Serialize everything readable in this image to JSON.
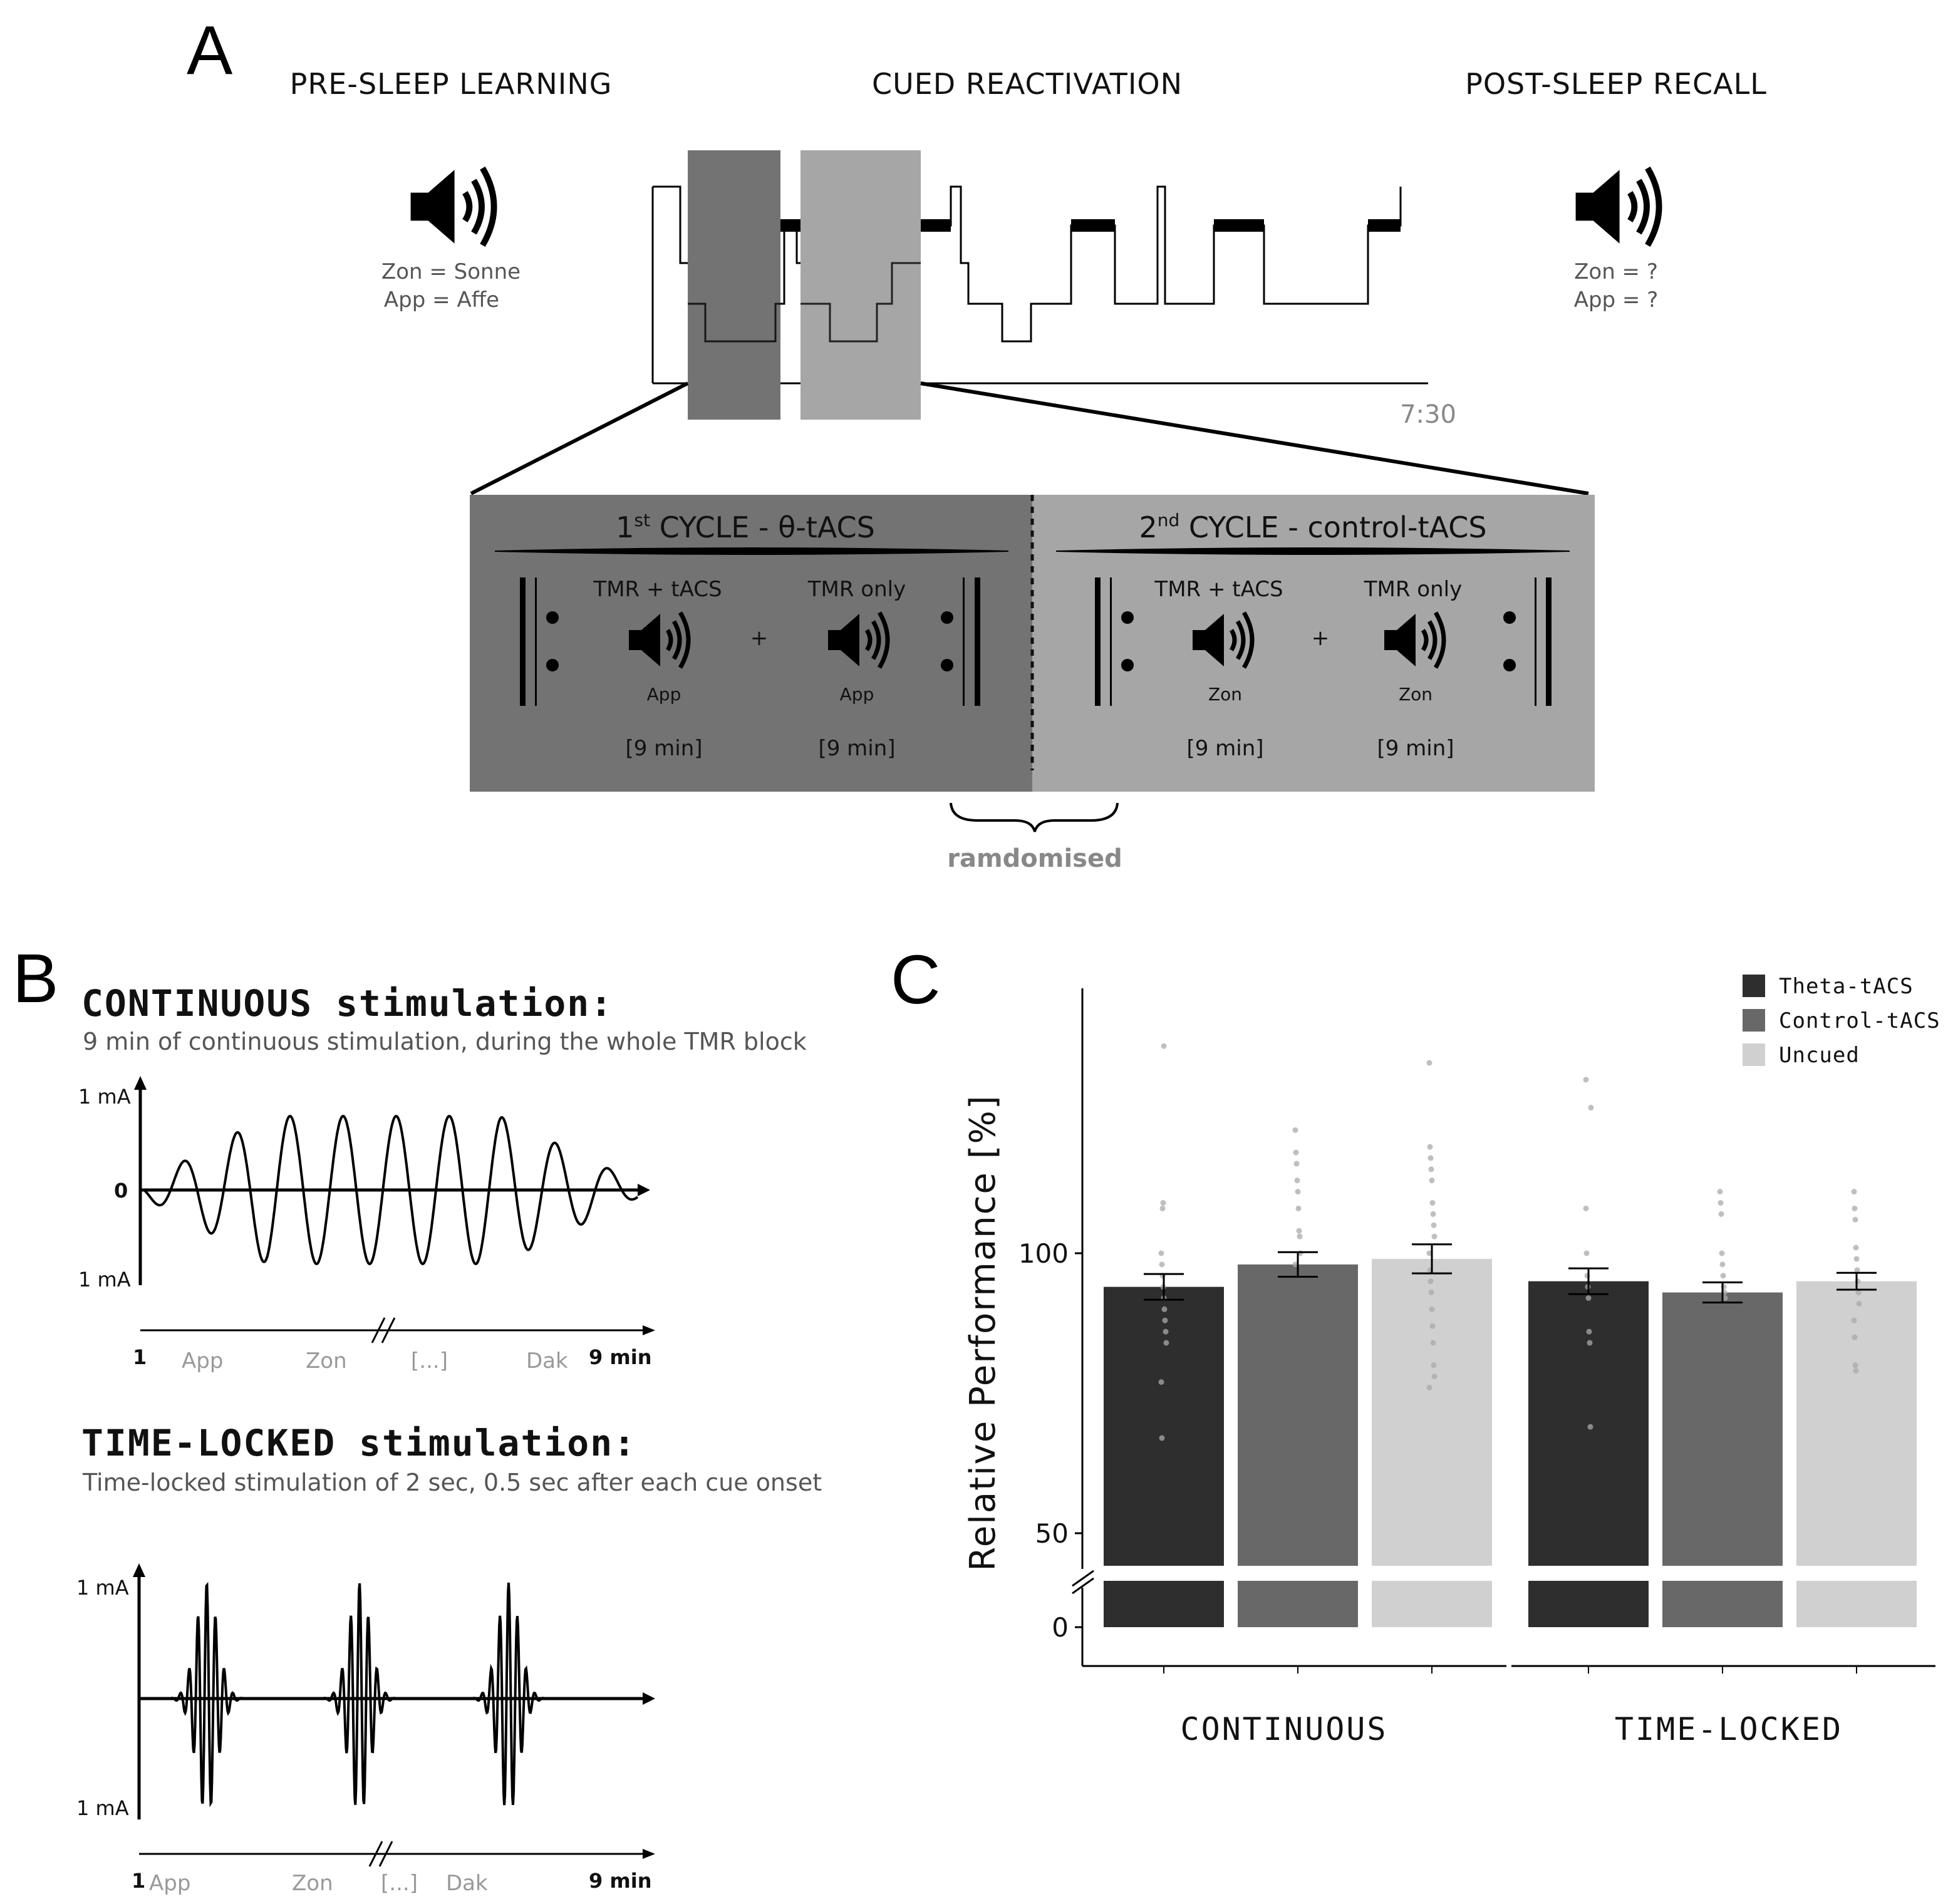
{
  "panel_a": {
    "letter": "A",
    "phases": {
      "pre_sleep": "PRE-SLEEP LEARNING",
      "cued": "CUED REACTIVATION",
      "post_sleep": "POST-SLEEP RECALL"
    },
    "learning_pairs": [
      "Zon = Sonne",
      "App = Affe"
    ],
    "recall_pairs": [
      "Zon = ?",
      "App = ?"
    ],
    "time_end_label": "7:30",
    "cycle1": {
      "title_prefix": "1",
      "title_sup": "st",
      "title_suffix": " CYCLE - θ-tACS",
      "cond1": "TMR + tACS",
      "cond2": "TMR only",
      "plus": "+",
      "word1": "App",
      "word2": "App",
      "dur1": "[9 min]",
      "dur2": "[9 min]"
    },
    "cycle2": {
      "title_prefix": "2",
      "title_sup": "nd",
      "title_suffix": " CYCLE - control-tACS",
      "cond1": "TMR + tACS",
      "cond2": "TMR only",
      "plus": "+",
      "word1": "Zon",
      "word2": "Zon",
      "dur1": "[9 min]",
      "dur2": "[9 min]"
    },
    "randomised_label": "ramdomised"
  },
  "panel_b": {
    "letter": "B",
    "continuous": {
      "title": "CONTINUOUS stimulation:",
      "subtitle": "9 min of continuous stimulation, during the whole TMR block",
      "y_top": "1 mA",
      "y_zero": "0",
      "y_bottom": "1 mA",
      "t_start": "1",
      "t_end": "9 min",
      "words": [
        "App",
        "Zon",
        "[...]",
        "Dak"
      ]
    },
    "time_locked": {
      "title": "TIME-LOCKED stimulation:",
      "subtitle": "Time-locked stimulation of 2 sec, 0.5 sec after each cue onset",
      "y_top": "1 mA",
      "y_bottom": "1 mA",
      "t_start": "1",
      "t_end": "9 min",
      "words": [
        "App",
        "Zon",
        "[...]",
        "Dak"
      ]
    }
  },
  "panel_c": {
    "letter": "C"
  },
  "colors": {
    "theta": "#2e2e2e",
    "control": "#686868",
    "uncued": "#d0d0d0",
    "box1": "#737373",
    "box2": "#a6a6a6"
  },
  "chart_data": {
    "type": "bar",
    "categories": [
      "CONTINUOUS",
      "TIME-LOCKED"
    ],
    "ylabel": "Relative Performance [%]",
    "yticks": [
      0,
      50,
      100
    ],
    "y_axis_break": [
      0,
      43
    ],
    "legend_position": "top-right",
    "series": [
      {
        "name": "Theta-tACS",
        "values": [
          94,
          95
        ],
        "sem": [
          2.3,
          2.3
        ],
        "points": [
          [
            100,
            98,
            96,
            94,
            92,
            90,
            88,
            86,
            84,
            77,
            67,
            108,
            109,
            137
          ],
          [
            108,
            100,
            96,
            94,
            92,
            86,
            84,
            69,
            126,
            131
          ]
        ]
      },
      {
        "name": "Control-tACS",
        "values": [
          98,
          93
        ],
        "sem": [
          2.2,
          1.8
        ],
        "points": [
          [
            122,
            118,
            116,
            113,
            111,
            108,
            104,
            103,
            100,
            98
          ],
          [
            111,
            109,
            107,
            100,
            98,
            96,
            94,
            93,
            92
          ]
        ]
      },
      {
        "name": "Uncued",
        "values": [
          99,
          95
        ],
        "sem": [
          2.6,
          1.5
        ],
        "points": [
          [
            134,
            119,
            117,
            115,
            113,
            109,
            107,
            105,
            103,
            100,
            97,
            95,
            93,
            90,
            87,
            84,
            80,
            78,
            76
          ],
          [
            111,
            108,
            106,
            101,
            99,
            97,
            95,
            93,
            91,
            88,
            85,
            80,
            79
          ]
        ]
      }
    ]
  }
}
